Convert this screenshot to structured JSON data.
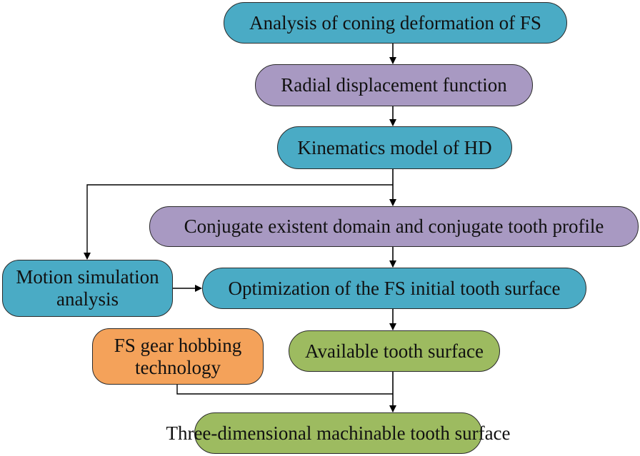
{
  "colors": {
    "teal": "#4aabc5",
    "purple": "#a899c2",
    "orange": "#f4a25a",
    "green": "#9dbb60",
    "line": "#000000"
  },
  "nodes": {
    "coning": "Analysis of coning deformation of FS",
    "radial": "Radial displacement function",
    "kinematics": "Kinematics model of HD",
    "conjugate": "Conjugate existent domain and conjugate tooth profile",
    "motion_line1": "Motion simulation",
    "motion_line2": "analysis",
    "optimization": "Optimization of the FS initial tooth surface",
    "hobbing_line1": "FS gear hobbing",
    "hobbing_line2": "technology",
    "available": "Available tooth surface",
    "machinable": "Three-dimensional machinable tooth surface"
  }
}
